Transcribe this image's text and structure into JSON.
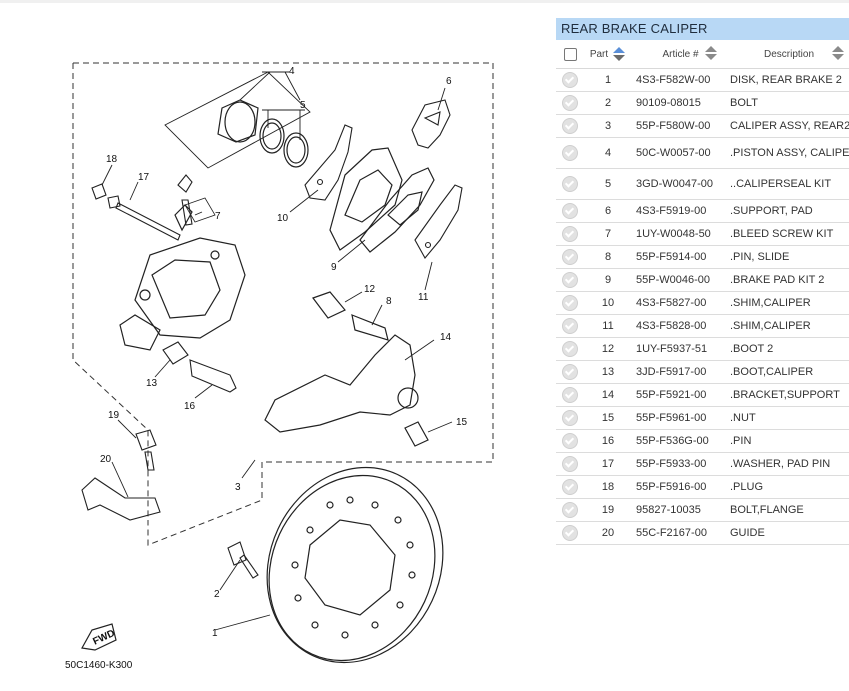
{
  "diagram": {
    "code": "50C1460-K300",
    "fwd_label": "FWD",
    "callouts": [
      "1",
      "2",
      "3",
      "4",
      "5",
      "6",
      "7",
      "8",
      "9",
      "10",
      "11",
      "12",
      "13",
      "14",
      "15",
      "16",
      "17",
      "18",
      "19",
      "20"
    ]
  },
  "panel": {
    "title": "REAR BRAKE CALIPER",
    "headers": {
      "part": "Part",
      "article": "Article #",
      "description": "Description"
    },
    "rows": [
      {
        "part": "1",
        "article": "4S3-F582W-00",
        "description": "DISK, REAR BRAKE 2"
      },
      {
        "part": "2",
        "article": "90109-08015",
        "description": "BOLT"
      },
      {
        "part": "3",
        "article": "55P-F580W-00",
        "description": "CALIPER ASSY, REAR2"
      },
      {
        "part": "4",
        "article": "50C-W0057-00",
        "description": ".PISTON ASSY, CALIPER"
      },
      {
        "part": "5",
        "article": "3GD-W0047-00",
        "description": "..CALIPERSEAL KIT"
      },
      {
        "part": "6",
        "article": "4S3-F5919-00",
        "description": ".SUPPORT, PAD"
      },
      {
        "part": "7",
        "article": "1UY-W0048-50",
        "description": ".BLEED SCREW KIT"
      },
      {
        "part": "8",
        "article": "55P-F5914-00",
        "description": ".PIN, SLIDE"
      },
      {
        "part": "9",
        "article": "55P-W0046-00",
        "description": ".BRAKE PAD KIT 2"
      },
      {
        "part": "10",
        "article": "4S3-F5827-00",
        "description": ".SHIM,CALIPER"
      },
      {
        "part": "11",
        "article": "4S3-F5828-00",
        "description": ".SHIM,CALIPER"
      },
      {
        "part": "12",
        "article": "1UY-F5937-51",
        "description": ".BOOT 2"
      },
      {
        "part": "13",
        "article": "3JD-F5917-00",
        "description": ".BOOT,CALIPER"
      },
      {
        "part": "14",
        "article": "55P-F5921-00",
        "description": ".BRACKET,SUPPORT"
      },
      {
        "part": "15",
        "article": "55P-F5961-00",
        "description": ".NUT"
      },
      {
        "part": "16",
        "article": "55P-F536G-00",
        "description": ".PIN"
      },
      {
        "part": "17",
        "article": "55P-F5933-00",
        "description": ".WASHER, PAD PIN"
      },
      {
        "part": "18",
        "article": "55P-F5916-00",
        "description": ".PLUG"
      },
      {
        "part": "19",
        "article": "95827-10035",
        "description": "BOLT,FLANGE"
      },
      {
        "part": "20",
        "article": "55C-F2167-00",
        "description": "GUIDE"
      }
    ]
  },
  "colors": {
    "title_bg": "#b8d8f5",
    "sort_active": "#5a8fd8"
  }
}
